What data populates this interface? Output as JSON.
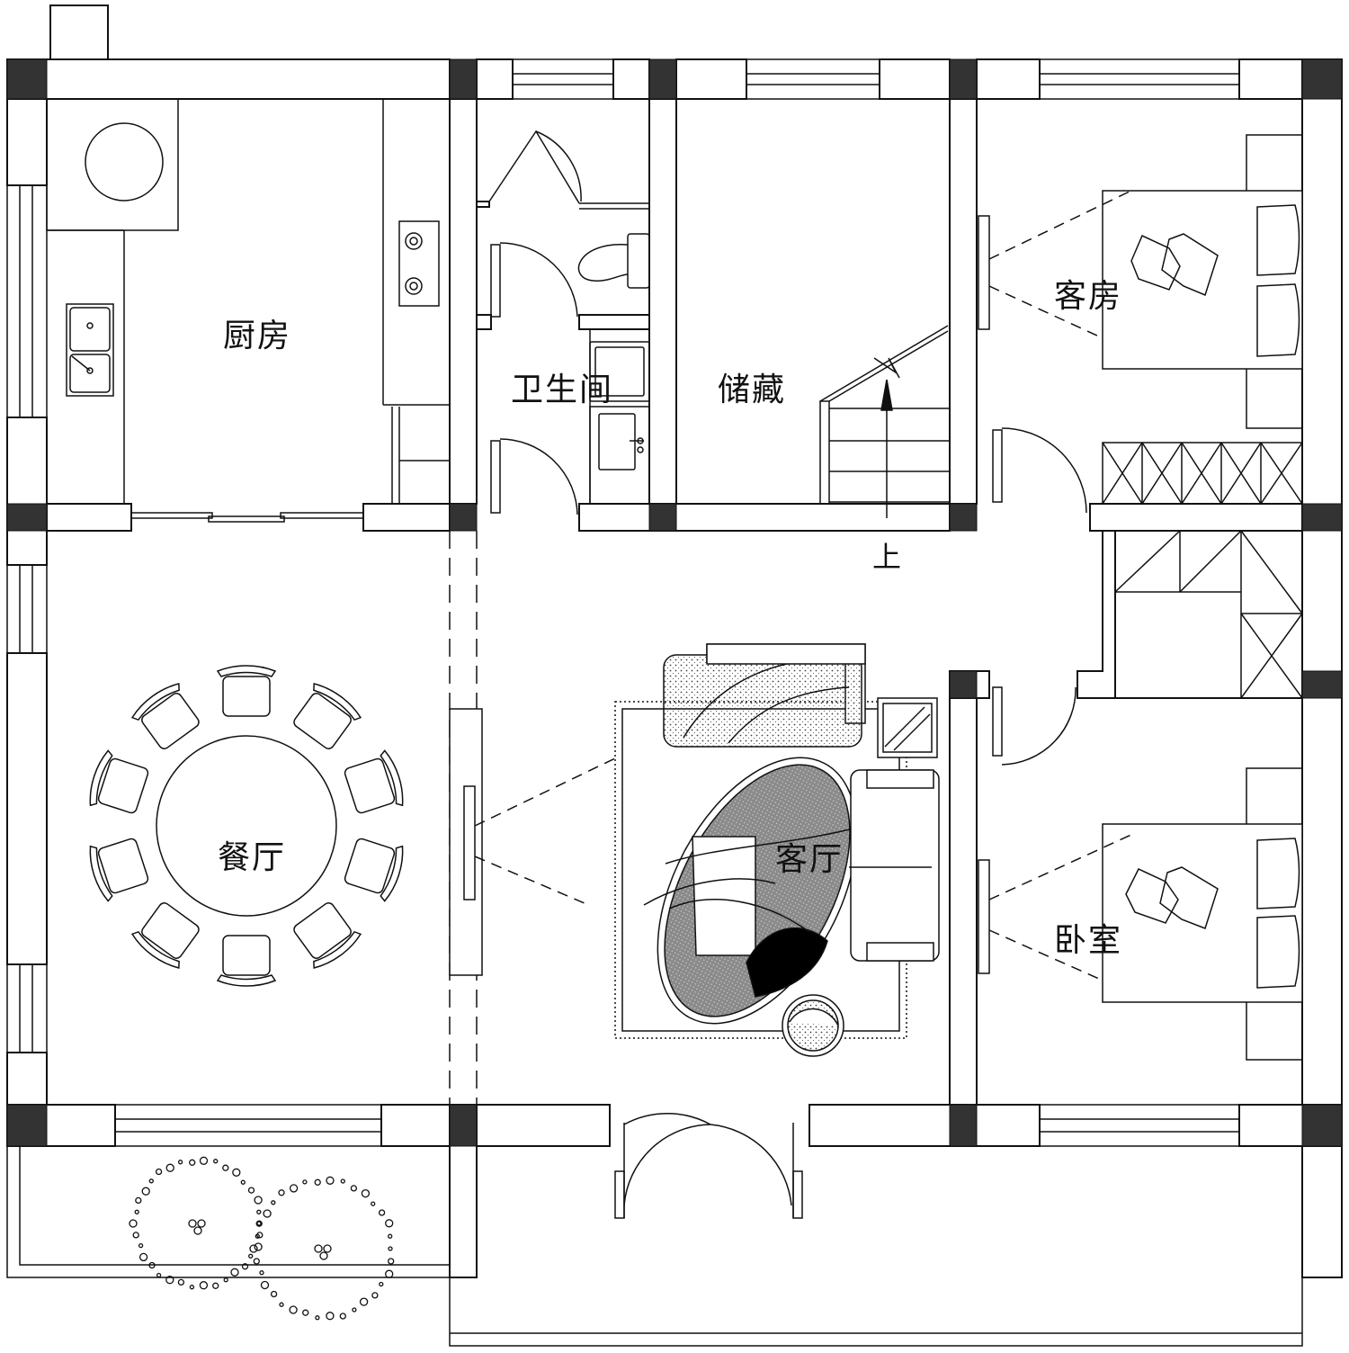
{
  "rooms": {
    "kitchen": "厨房",
    "bathroom": "卫生间",
    "storage": "储藏",
    "guest_room": "客房",
    "dining_room": "餐厅",
    "living_room": "客厅",
    "bedroom": "卧室"
  },
  "stair": {
    "direction": "上"
  },
  "colors": {
    "wall_outline": "#111111",
    "column_fill": "#333333",
    "rug_fill": "#ffffff",
    "rug_pattern_dark": "#555555",
    "rug_pattern_black": "#000000"
  },
  "dining_table": {
    "chair_count": 10
  }
}
